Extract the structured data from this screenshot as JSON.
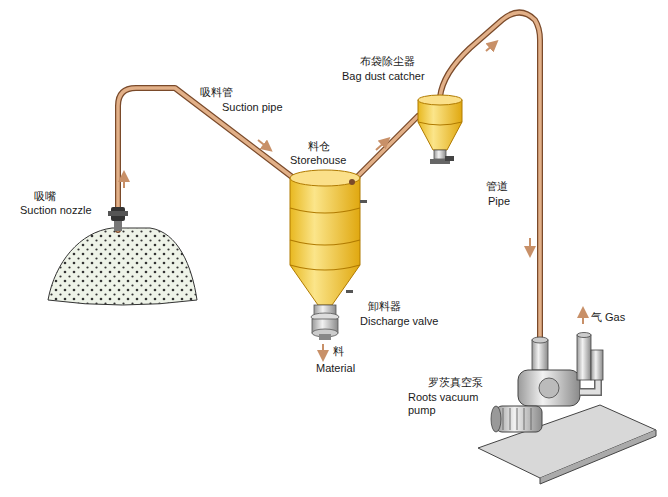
{
  "diagram": {
    "labels": [
      "吸料管",
      "Suction pipe",
      "吸嘴",
      "Suction nozzle",
      "料仓",
      "Storehouse",
      "布袋除尘器",
      "Bag dust catcher",
      "管道",
      "Pipe",
      "卸料器",
      "Discharge valve",
      "料",
      "Material",
      "气",
      "Gas",
      "罗茨真空泵",
      "Roots vacuum pump"
    ]
  }
}
